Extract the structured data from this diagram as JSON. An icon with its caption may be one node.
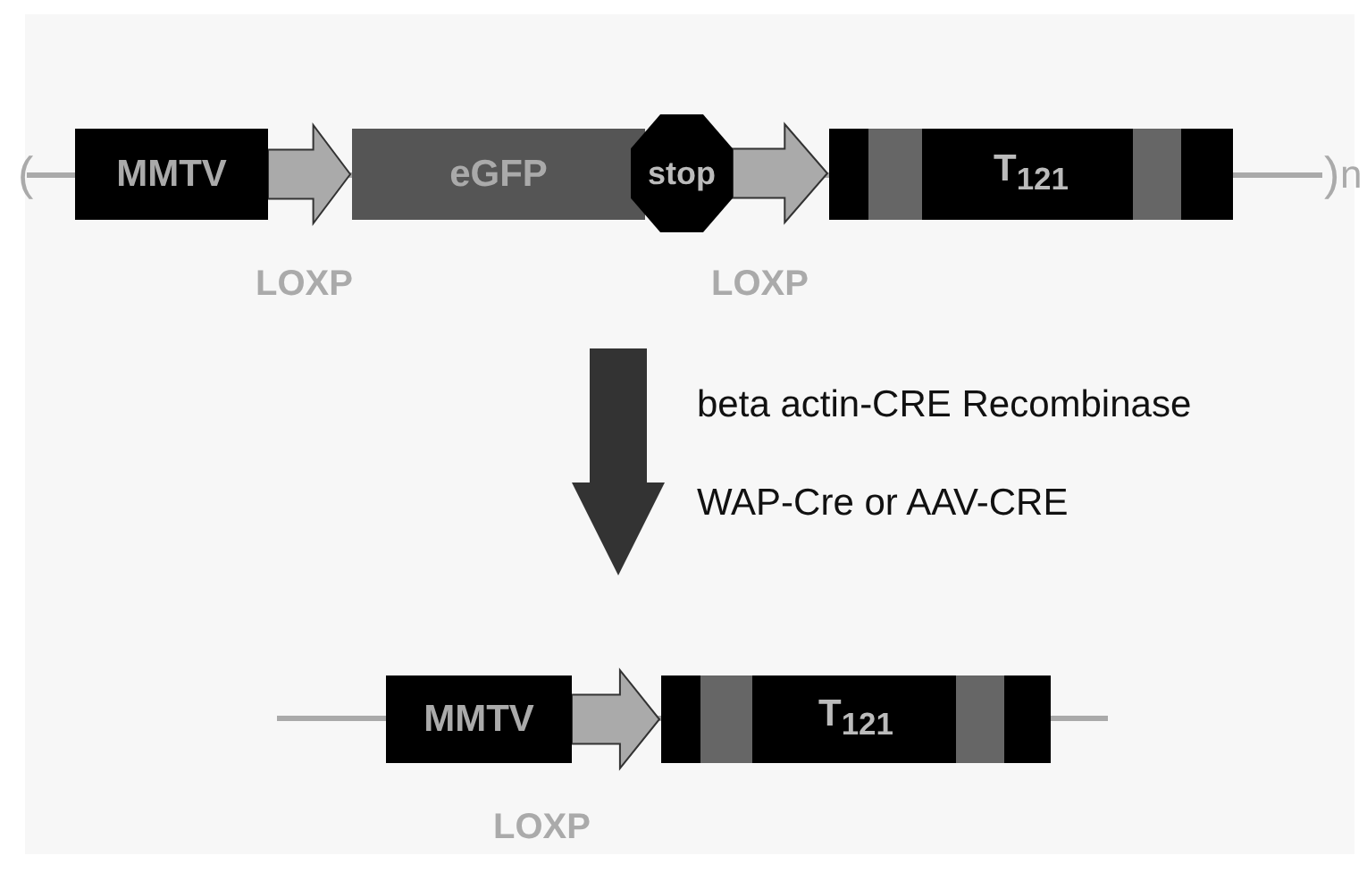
{
  "diagram": {
    "nodes": [
      {
        "text": [
          "MMTV"
        ]
      },
      {
        "text": [
          "eGFP"
        ]
      },
      {
        "text": [
          "stop"
        ]
      },
      {
        "text": [
          "T$_{121}$"
        ]
      },
      {
        "text": [
          "MMTV"
        ]
      },
      {
        "text": [
          "T$_{121}$"
        ]
      }
    ],
    "edges": [
      {
        "from": 0,
        "to": 1,
        "arrow": "to",
        "label": "LOXP"
      },
      {
        "from": 2,
        "to": 3,
        "arrow": "to",
        "label": "LOXP"
      },
      {
        "from": 4,
        "to": 5,
        "arrow": "to",
        "label": "LOXP"
      }
    ],
    "labels": [
      "(",
      ")",
      "n",
      "beta actin-CRE Recombinase",
      "WAP-Cre or AAV-CRE"
    ]
  }
}
